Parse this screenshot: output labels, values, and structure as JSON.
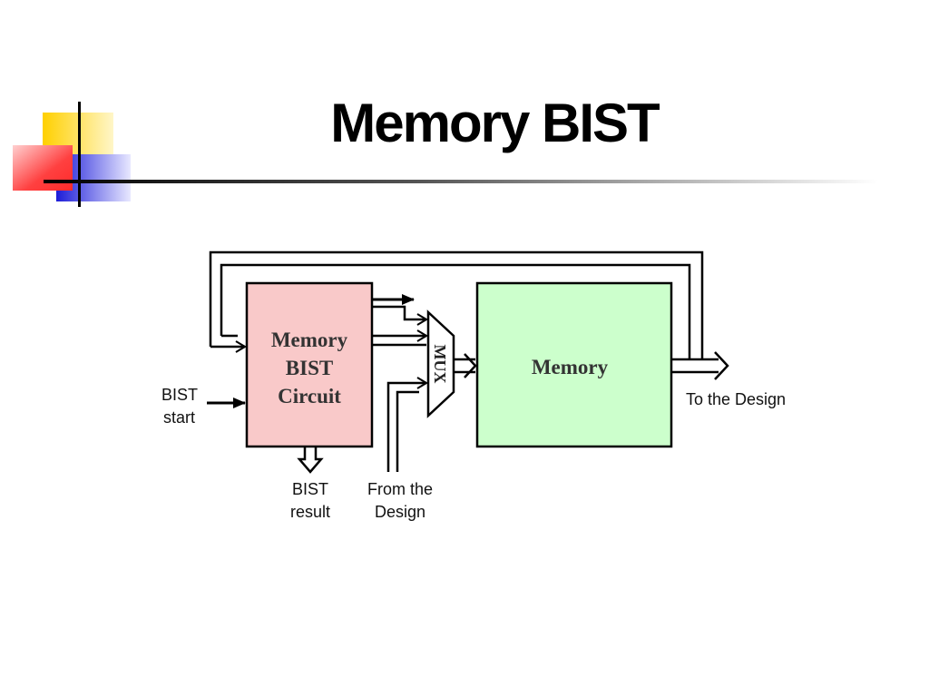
{
  "slide": {
    "title": "Memory BIST"
  },
  "diagram": {
    "blocks": {
      "bist_circuit": [
        "Memory",
        "BIST",
        "Circuit"
      ],
      "mux": "MUX",
      "memory": "Memory"
    },
    "labels": {
      "bist_start": [
        "BIST",
        "start"
      ],
      "bist_result": [
        "BIST",
        "result"
      ],
      "from_design": [
        "From the",
        "Design"
      ],
      "to_design": "To the Design"
    },
    "colors": {
      "bist_block_fill": "#f9c9c9",
      "memory_block_fill": "#ccffcc",
      "deco_yellow": "#ffd21a",
      "deco_red": "#ff3a3a",
      "deco_blue": "#2a2ae0"
    }
  }
}
